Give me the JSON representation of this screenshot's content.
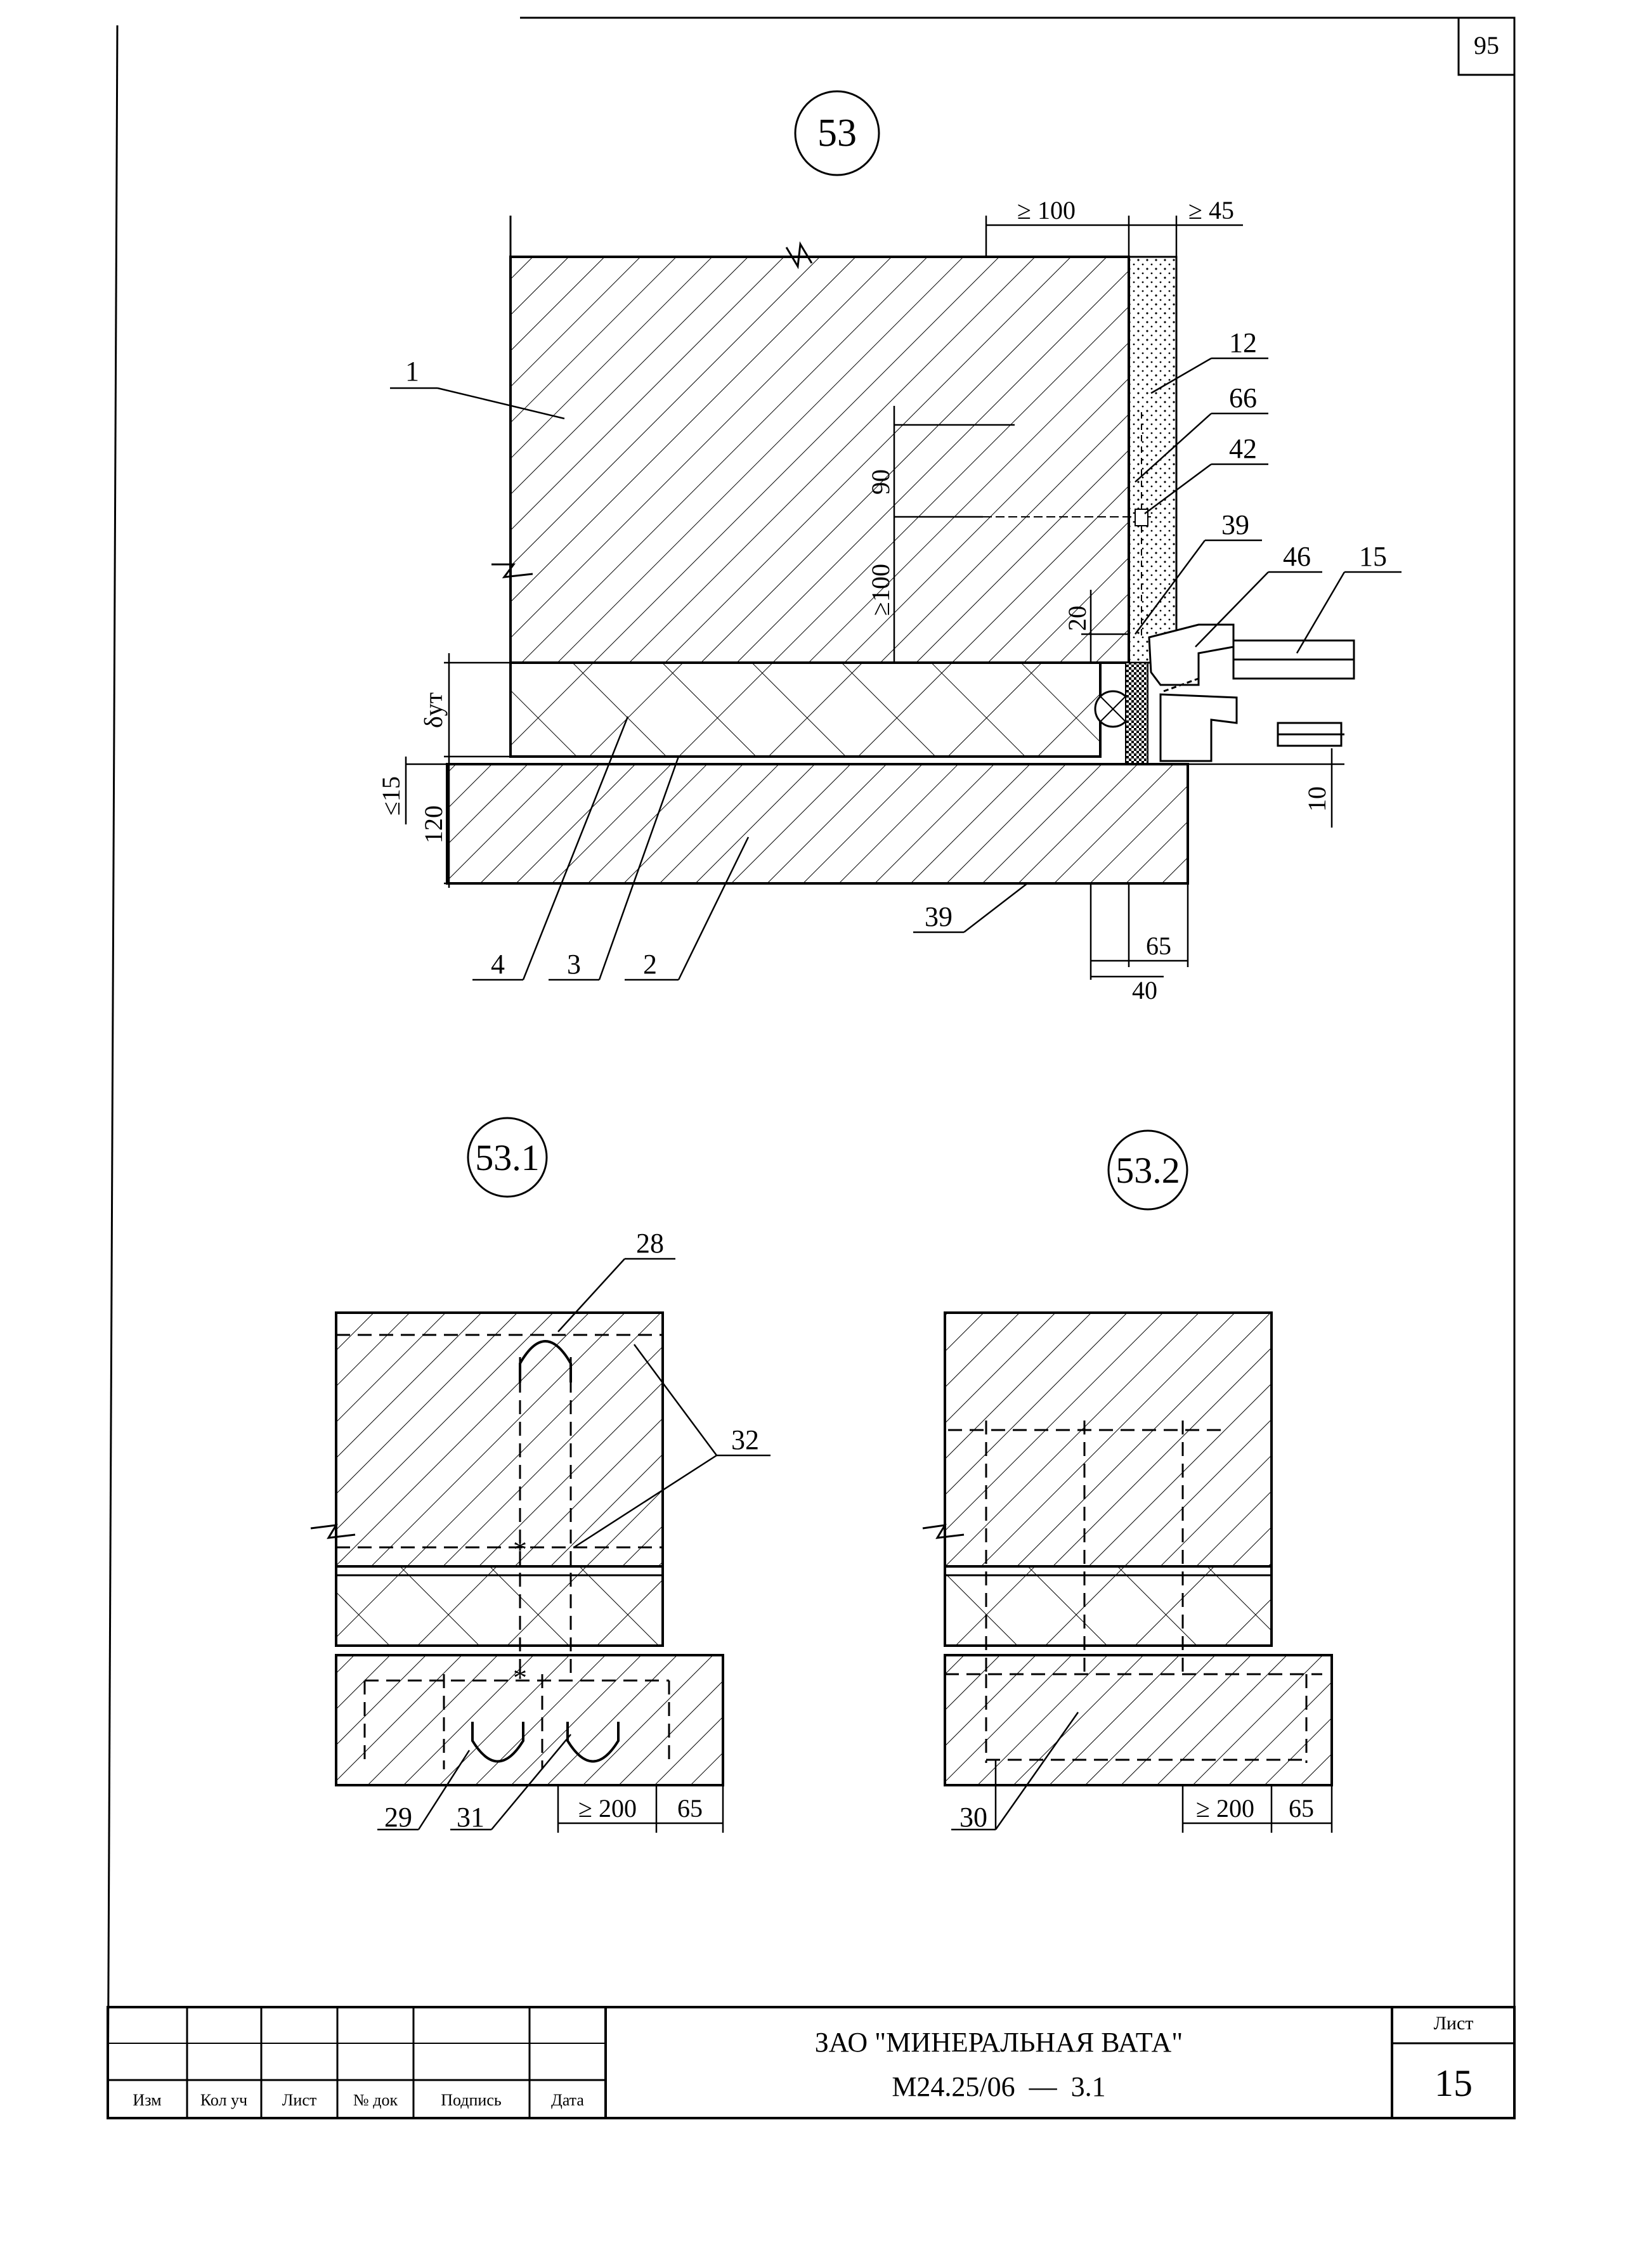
{
  "page_number": "95",
  "details": {
    "main": {
      "title": "53",
      "dims": {
        "d100": "≥ 100",
        "d45": "≥ 45",
        "d90": "90",
        "d100v": "≥100",
        "d20": "20",
        "dut": "δут",
        "d15": "≤15",
        "d120": "120",
        "d10": "10",
        "d65": "65",
        "d40": "40"
      },
      "callouts": {
        "c1": "1",
        "c12": "12",
        "c66": "66",
        "c42": "42",
        "c39a": "39",
        "c46": "46",
        "c15": "15",
        "c4": "4",
        "c3": "3",
        "c2": "2",
        "c39b": "39"
      }
    },
    "detail_1": {
      "title": "53.1",
      "callouts": {
        "c28": "28",
        "c32": "32",
        "c29": "29",
        "c31": "31"
      },
      "dims": {
        "d200": "≥ 200",
        "d65": "65"
      }
    },
    "detail_2": {
      "title": "53.2",
      "callouts": {
        "c30": "30"
      },
      "dims": {
        "d200": "≥ 200",
        "d65": "65"
      }
    }
  },
  "title_block": {
    "headers": {
      "izm": "Изм",
      "kol": "Кол уч",
      "list": "Лист",
      "ndok": "№ док",
      "podpis": "Подпись",
      "data": "Дата"
    },
    "organization": "ЗАО \"МИНЕРАЛЬНАЯ ВАТА\"",
    "document_code": "М24.25/06  —  3.1",
    "sheet_label": "Лист",
    "sheet_number": "15"
  }
}
